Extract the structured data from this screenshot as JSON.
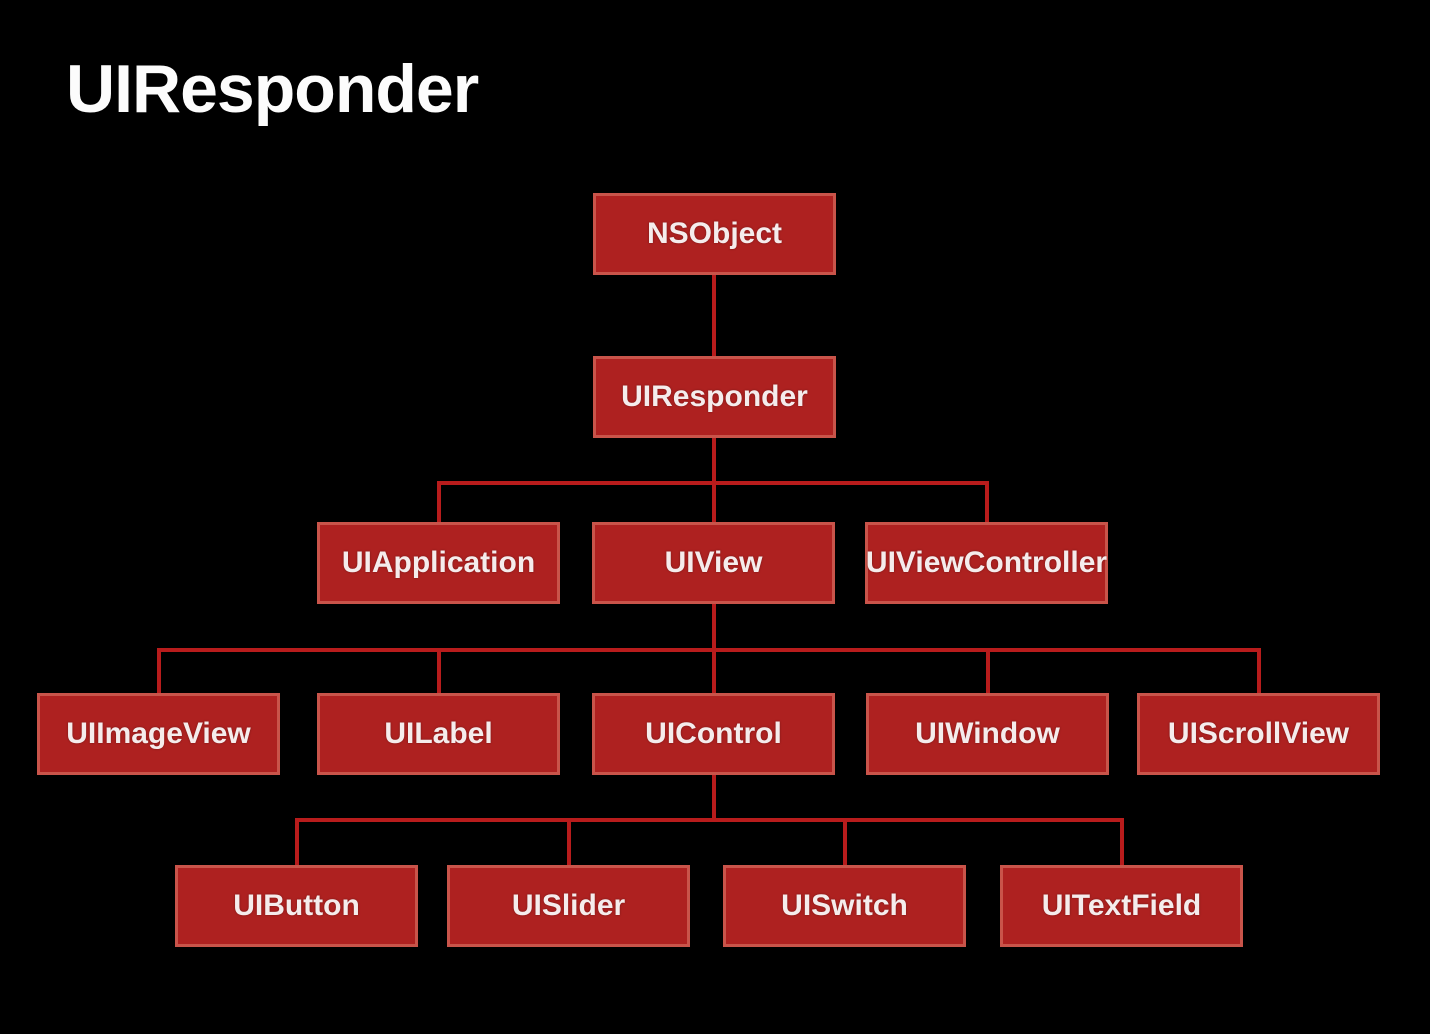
{
  "title": "UIResponder",
  "colors": {
    "background": "#000000",
    "box_fill": "#ae2120",
    "box_border": "#c9544a",
    "connector": "#b81c1c",
    "box_text": "#f5ecec",
    "title_color": "#fcfcfc"
  },
  "nodes": {
    "nsobject": {
      "label": "NSObject"
    },
    "uiresponder": {
      "label": "UIResponder"
    },
    "uiapplication": {
      "label": "UIApplication"
    },
    "uiview": {
      "label": "UIView"
    },
    "uiviewcontroller": {
      "label": "UIViewController"
    },
    "uiimageview": {
      "label": "UIImageView"
    },
    "uilabel": {
      "label": "UILabel"
    },
    "uicontrol": {
      "label": "UIControl"
    },
    "uiwindow": {
      "label": "UIWindow"
    },
    "uiscrollview": {
      "label": "UIScrollView"
    },
    "uibutton": {
      "label": "UIButton"
    },
    "uislider": {
      "label": "UISlider"
    },
    "uiswitch": {
      "label": "UISwitch"
    },
    "uitextfield": {
      "label": "UITextField"
    }
  },
  "hierarchy": {
    "root": "NSObject",
    "edges": [
      {
        "from": "NSObject",
        "to": "UIResponder"
      },
      {
        "from": "UIResponder",
        "to": "UIApplication"
      },
      {
        "from": "UIResponder",
        "to": "UIView"
      },
      {
        "from": "UIResponder",
        "to": "UIViewController"
      },
      {
        "from": "UIView",
        "to": "UIImageView"
      },
      {
        "from": "UIView",
        "to": "UILabel"
      },
      {
        "from": "UIView",
        "to": "UIControl"
      },
      {
        "from": "UIView",
        "to": "UIWindow"
      },
      {
        "from": "UIView",
        "to": "UIScrollView"
      },
      {
        "from": "UIControl",
        "to": "UIButton"
      },
      {
        "from": "UIControl",
        "to": "UISlider"
      },
      {
        "from": "UIControl",
        "to": "UISwitch"
      },
      {
        "from": "UIControl",
        "to": "UITextField"
      }
    ]
  }
}
